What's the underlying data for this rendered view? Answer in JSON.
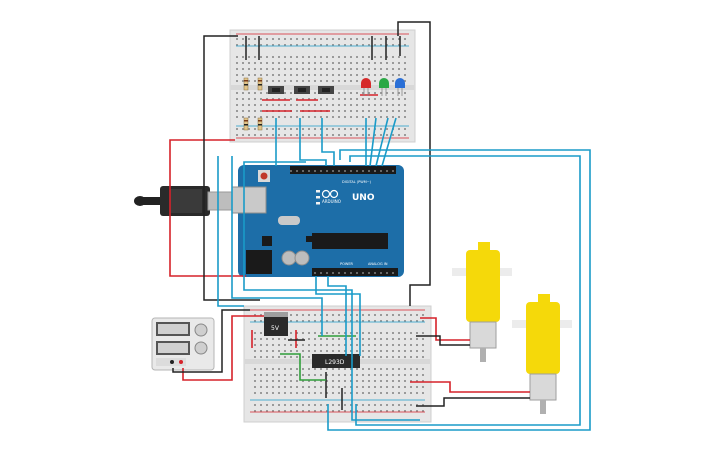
{
  "arduino": {
    "brand": "ARDUINO",
    "model": "UNO",
    "digital_label": "DIGITAL (PWM~)",
    "power_label": "POWER",
    "analog_label": "ANALOG IN"
  },
  "driver_chip": {
    "label": "L293D"
  },
  "regulator": {
    "label": "5V"
  },
  "colors": {
    "wire_blue": "#1a9bc8",
    "wire_red": "#d6222a",
    "wire_black": "#222222",
    "wire_green": "#2f9e3a",
    "arduino_board": "#1d6ea8",
    "motor_yellow": "#f5d90a",
    "led_red": "#d62a2a",
    "led_green": "#2aa845",
    "led_blue": "#2a6fd6"
  }
}
